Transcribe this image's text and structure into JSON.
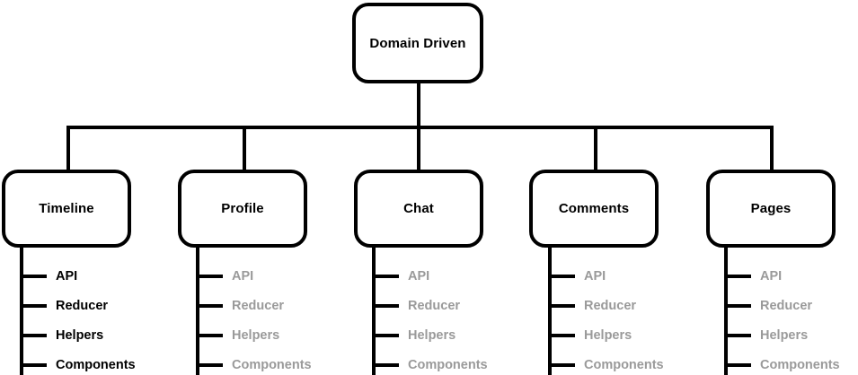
{
  "diagram": {
    "title": "Domain Driven",
    "type": "tree",
    "colors": {
      "line": "#000000",
      "box_border": "#000000",
      "background": "#ffffff",
      "label_active": "#000000",
      "label_muted": "#9a9a9a"
    },
    "root": {
      "label": "Domain Driven",
      "state": "active"
    },
    "branches": [
      {
        "label": "Timeline",
        "state": "active",
        "children": [
          {
            "label": "API",
            "state": "active"
          },
          {
            "label": "Reducer",
            "state": "active"
          },
          {
            "label": "Helpers",
            "state": "active"
          },
          {
            "label": "Components",
            "state": "active"
          }
        ]
      },
      {
        "label": "Profile",
        "state": "active",
        "children": [
          {
            "label": "API",
            "state": "muted"
          },
          {
            "label": "Reducer",
            "state": "muted"
          },
          {
            "label": "Helpers",
            "state": "muted"
          },
          {
            "label": "Components",
            "state": "muted"
          }
        ]
      },
      {
        "label": "Chat",
        "state": "active",
        "children": [
          {
            "label": "API",
            "state": "muted"
          },
          {
            "label": "Reducer",
            "state": "muted"
          },
          {
            "label": "Helpers",
            "state": "muted"
          },
          {
            "label": "Components",
            "state": "muted"
          }
        ]
      },
      {
        "label": "Comments",
        "state": "active",
        "children": [
          {
            "label": "API",
            "state": "muted"
          },
          {
            "label": "Reducer",
            "state": "muted"
          },
          {
            "label": "Helpers",
            "state": "muted"
          },
          {
            "label": "Components",
            "state": "muted"
          }
        ]
      },
      {
        "label": "Pages",
        "state": "active",
        "children": [
          {
            "label": "API",
            "state": "muted"
          },
          {
            "label": "Reducer",
            "state": "muted"
          },
          {
            "label": "Helpers",
            "state": "muted"
          },
          {
            "label": "Components",
            "state": "muted"
          }
        ]
      }
    ]
  }
}
